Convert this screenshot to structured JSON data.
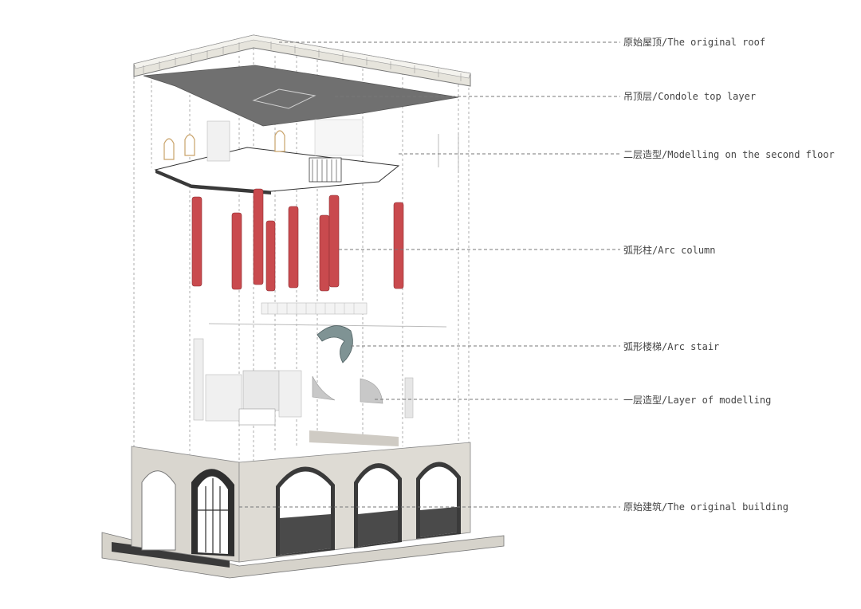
{
  "layers": [
    {
      "id": "roof",
      "zh": "原始屋顶",
      "en": "The original roof"
    },
    {
      "id": "ceiling",
      "zh": "吊顶层",
      "en": "Condole top layer"
    },
    {
      "id": "second",
      "zh": "二层造型",
      "en": "Modelling on the second floor"
    },
    {
      "id": "columns",
      "zh": "弧形柱",
      "en": "Arc column"
    },
    {
      "id": "stair",
      "zh": "弧形楼梯",
      "en": "Arc stair"
    },
    {
      "id": "first",
      "zh": "一层造型",
      "en": "Layer of modelling"
    },
    {
      "id": "building",
      "zh": "原始建筑",
      "en": "The original building"
    }
  ],
  "colors": {
    "column": "#c94a4e",
    "ceiling": "#6f6f6f",
    "facade": "#d9d6cf",
    "stair": "#7f9394",
    "leader": "#777777"
  }
}
